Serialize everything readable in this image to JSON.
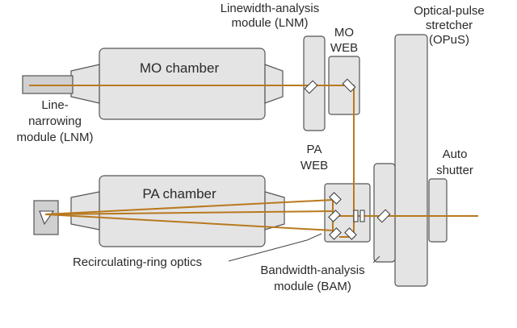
{
  "diagram": {
    "colors": {
      "beam": "#b8791e",
      "part_fill": "#e4e4e4",
      "part_stroke": "#555555",
      "text": "#2a2a2a"
    },
    "labels": {
      "lam_line1": "Linewidth-analysis",
      "lam_line2": "module (LNM)",
      "mo_web_line1": "MO",
      "mo_web_line2": "WEB",
      "opus_line1": "Optical-pulse",
      "opus_line2": "stretcher",
      "opus_line3": "(OPuS)",
      "mo_chamber": "MO chamber",
      "lnm_line1": "Line-",
      "lnm_line2": "narrowing",
      "lnm_line3": "module (LNM)",
      "pa_web_line1": "PA",
      "pa_web_line2": "WEB",
      "auto_shutter_line1": "Auto",
      "auto_shutter_line2": "shutter",
      "pa_chamber": "PA chamber",
      "ring_optics": "Recirculating-ring optics",
      "bam_line1": "Bandwidth-analysis",
      "bam_line2": "module (BAM)"
    }
  }
}
